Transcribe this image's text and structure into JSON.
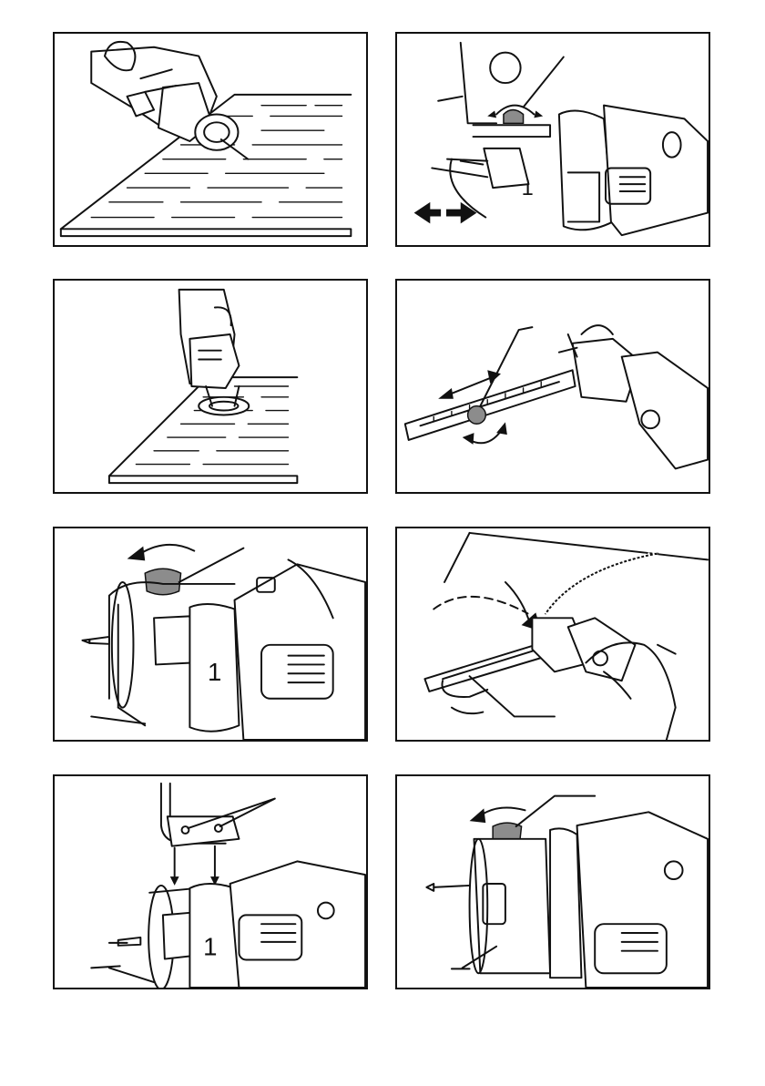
{
  "figures": [
    {
      "id": "fig1",
      "kind": "tool-cutting-board"
    },
    {
      "id": "fig2",
      "kind": "guide-attachment-adjust"
    },
    {
      "id": "fig3",
      "kind": "tool-plunge-board"
    },
    {
      "id": "fig4",
      "kind": "circle-guide-adjust"
    },
    {
      "id": "fig5",
      "kind": "depth-knob-loosen"
    },
    {
      "id": "fig6",
      "kind": "circle-cutting"
    },
    {
      "id": "fig7",
      "kind": "guide-mounting-holes"
    },
    {
      "id": "fig8",
      "kind": "dust-cover-knob"
    }
  ],
  "labels": {
    "housing_number": "1"
  },
  "icons": {
    "rotate_arrow": "curved-arrow-icon",
    "slide_arrow": "double-arrow-icon"
  }
}
